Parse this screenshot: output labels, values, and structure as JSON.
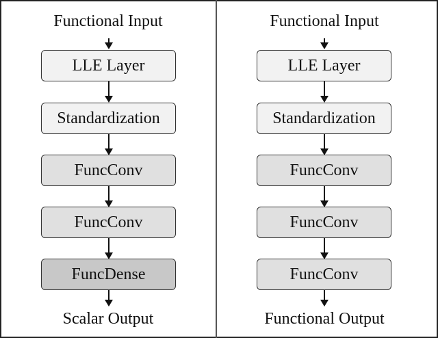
{
  "left": {
    "input_label": "Functional Input",
    "boxes": [
      {
        "label": "LLE Layer",
        "fill": "#f2f2f2"
      },
      {
        "label": "Standardization",
        "fill": "#f2f2f2"
      },
      {
        "label": "FuncConv",
        "fill": "#e0e0e0"
      },
      {
        "label": "FuncConv",
        "fill": "#e0e0e0"
      },
      {
        "label": "FuncDense",
        "fill": "#c8c8c8"
      }
    ],
    "output_label": "Scalar Output"
  },
  "right": {
    "input_label": "Functional Input",
    "boxes": [
      {
        "label": "LLE Layer",
        "fill": "#f2f2f2"
      },
      {
        "label": "Standardization",
        "fill": "#f2f2f2"
      },
      {
        "label": "FuncConv",
        "fill": "#e0e0e0"
      },
      {
        "label": "FuncConv",
        "fill": "#e0e0e0"
      },
      {
        "label": "FuncConv",
        "fill": "#e0e0e0"
      }
    ],
    "output_label": "Functional Output"
  }
}
